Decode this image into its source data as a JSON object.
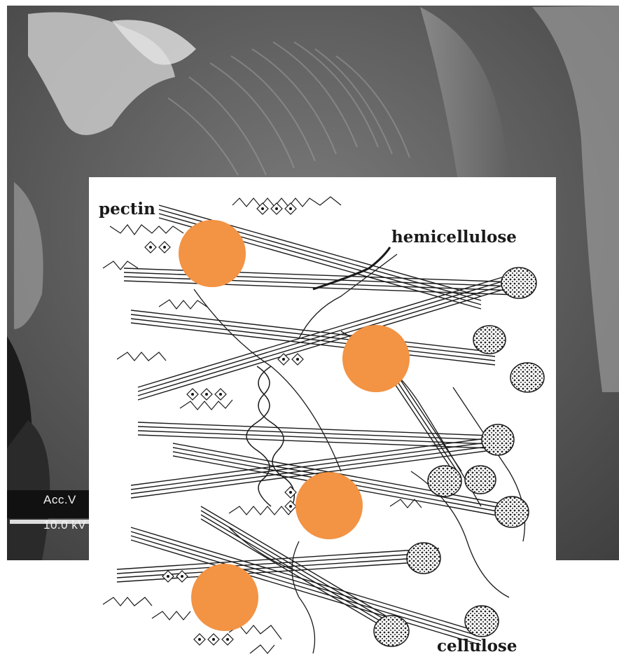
{
  "sem_image": {
    "caption_line1": "Acc.V",
    "caption_line2": "10.0 kV"
  },
  "diagram": {
    "labels": {
      "pectin": "pectin",
      "hemicellulose": "hemicellulose",
      "cellulose": "cellulose"
    },
    "marker_color": "#F39344",
    "markers": 4
  }
}
